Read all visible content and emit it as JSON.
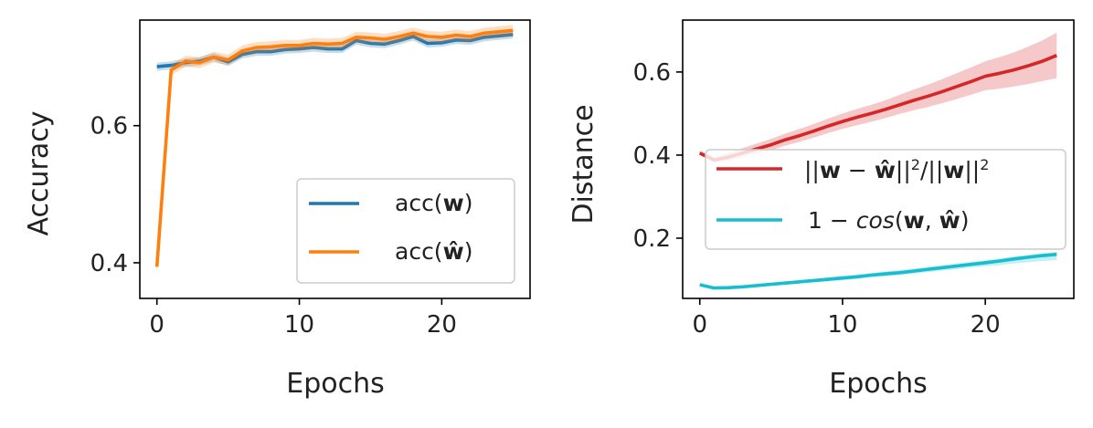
{
  "chart_data": [
    {
      "type": "line",
      "title": "",
      "xlabel": "Epochs",
      "ylabel": "Accuracy",
      "xlim": [
        -1.2,
        26.2
      ],
      "ylim": [
        0.348,
        0.754
      ],
      "xticks": [
        0,
        10,
        20
      ],
      "yticks": [
        0.4,
        0.6
      ],
      "grid": false,
      "legend_position": "lower-right",
      "series": [
        {
          "name": "acc(w)",
          "name_parts": [
            "acc(",
            "w",
            ")"
          ],
          "color": "#1f77b4",
          "x": [
            0,
            1,
            2,
            3,
            4,
            5,
            6,
            7,
            8,
            9,
            10,
            11,
            12,
            13,
            14,
            15,
            16,
            17,
            18,
            19,
            20,
            21,
            22,
            23,
            24,
            25
          ],
          "y": [
            0.686,
            0.688,
            0.692,
            0.694,
            0.7,
            0.693,
            0.704,
            0.708,
            0.708,
            0.711,
            0.712,
            0.714,
            0.712,
            0.712,
            0.724,
            0.72,
            0.719,
            0.724,
            0.73,
            0.72,
            0.721,
            0.725,
            0.724,
            0.729,
            0.731,
            0.733
          ],
          "band": 0.006
        },
        {
          "name": "acc(ŵ)",
          "name_parts": [
            "acc(",
            "ŵ",
            ")"
          ],
          "color": "#ff7f0e",
          "x": [
            0,
            1,
            2,
            3,
            4,
            5,
            6,
            7,
            8,
            9,
            10,
            11,
            12,
            13,
            14,
            15,
            16,
            17,
            18,
            19,
            20,
            21,
            22,
            23,
            24,
            25
          ],
          "y": [
            0.394,
            0.681,
            0.694,
            0.692,
            0.7,
            0.696,
            0.709,
            0.714,
            0.715,
            0.717,
            0.717,
            0.72,
            0.719,
            0.72,
            0.729,
            0.728,
            0.726,
            0.73,
            0.735,
            0.73,
            0.729,
            0.732,
            0.73,
            0.735,
            0.737,
            0.739
          ],
          "band": 0.008
        }
      ]
    },
    {
      "type": "line",
      "title": "",
      "xlabel": "Epochs",
      "ylabel": "Distance",
      "xlim": [
        -1.2,
        26.2
      ],
      "ylim": [
        0.055,
        0.725
      ],
      "xticks": [
        0,
        10,
        20
      ],
      "yticks": [
        0.2,
        0.4,
        0.6
      ],
      "grid": false,
      "legend_position": "center-right",
      "series": [
        {
          "name": "||w − ŵ||²/||w||²",
          "color": "#d62728",
          "x": [
            0,
            1,
            2,
            3,
            4,
            5,
            6,
            7,
            8,
            9,
            10,
            11,
            12,
            13,
            14,
            15,
            16,
            17,
            18,
            19,
            20,
            21,
            22,
            23,
            24,
            25
          ],
          "y": [
            0.405,
            0.388,
            0.395,
            0.405,
            0.415,
            0.425,
            0.437,
            0.447,
            0.458,
            0.47,
            0.481,
            0.491,
            0.5,
            0.51,
            0.521,
            0.532,
            0.542,
            0.553,
            0.565,
            0.577,
            0.59,
            0.597,
            0.605,
            0.615,
            0.626,
            0.64
          ],
          "band_lo": [
            0.005,
            0.006,
            0.008,
            0.01,
            0.012,
            0.013,
            0.014,
            0.015,
            0.016,
            0.017,
            0.018,
            0.019,
            0.02,
            0.021,
            0.022,
            0.024,
            0.026,
            0.028,
            0.03,
            0.032,
            0.034,
            0.037,
            0.04,
            0.044,
            0.048,
            0.055
          ],
          "band_hi": [
            0.005,
            0.008,
            0.01,
            0.012,
            0.013,
            0.014,
            0.015,
            0.016,
            0.017,
            0.018,
            0.019,
            0.02,
            0.021,
            0.022,
            0.024,
            0.026,
            0.028,
            0.03,
            0.032,
            0.034,
            0.036,
            0.039,
            0.042,
            0.046,
            0.05,
            0.055
          ]
        },
        {
          "name": "1 − cos(w, ŵ)",
          "color": "#17becf",
          "x": [
            0,
            1,
            2,
            3,
            4,
            5,
            6,
            7,
            8,
            9,
            10,
            11,
            12,
            13,
            14,
            15,
            16,
            17,
            18,
            19,
            20,
            21,
            22,
            23,
            24,
            25
          ],
          "y": [
            0.088,
            0.08,
            0.081,
            0.083,
            0.086,
            0.089,
            0.092,
            0.095,
            0.098,
            0.101,
            0.104,
            0.107,
            0.111,
            0.114,
            0.117,
            0.121,
            0.125,
            0.129,
            0.133,
            0.137,
            0.141,
            0.145,
            0.15,
            0.154,
            0.158,
            0.161
          ],
          "band_lo": [
            0.003,
            0.003,
            0.003,
            0.003,
            0.003,
            0.004,
            0.004,
            0.004,
            0.004,
            0.005,
            0.005,
            0.005,
            0.005,
            0.006,
            0.006,
            0.006,
            0.007,
            0.007,
            0.008,
            0.008,
            0.009,
            0.01,
            0.011,
            0.012,
            0.013,
            0.014
          ],
          "band_hi": [
            0.003,
            0.003,
            0.003,
            0.003,
            0.003,
            0.004,
            0.004,
            0.004,
            0.004,
            0.005,
            0.005,
            0.005,
            0.005,
            0.006,
            0.006,
            0.006,
            0.006,
            0.006,
            0.006,
            0.006,
            0.006,
            0.006,
            0.006,
            0.006,
            0.006,
            0.006
          ]
        }
      ]
    }
  ]
}
